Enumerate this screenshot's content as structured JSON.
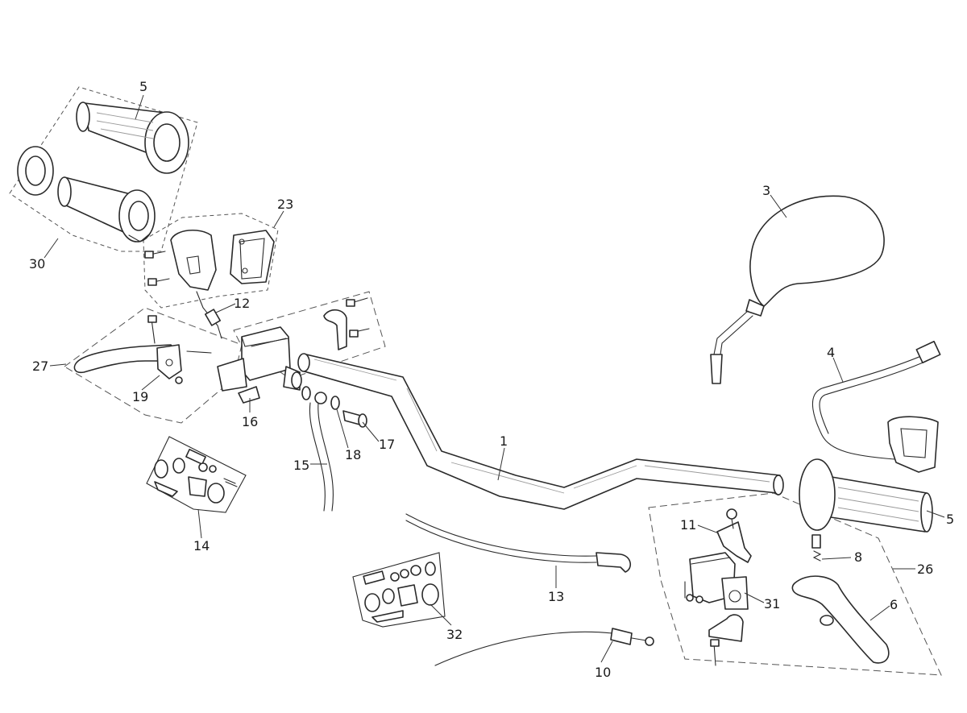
{
  "callouts": [
    {
      "id": "c5a",
      "label": "5"
    },
    {
      "id": "c30",
      "label": "30"
    },
    {
      "id": "c23",
      "label": "23"
    },
    {
      "id": "c12",
      "label": "12"
    },
    {
      "id": "c27",
      "label": "27"
    },
    {
      "id": "c19",
      "label": "19"
    },
    {
      "id": "c16",
      "label": "16"
    },
    {
      "id": "c14",
      "label": "14"
    },
    {
      "id": "c15",
      "label": "15"
    },
    {
      "id": "c18",
      "label": "18"
    },
    {
      "id": "c17",
      "label": "17"
    },
    {
      "id": "c1",
      "label": "1"
    },
    {
      "id": "c3",
      "label": "3"
    },
    {
      "id": "c4",
      "label": "4"
    },
    {
      "id": "c5b",
      "label": "5"
    },
    {
      "id": "c11",
      "label": "11"
    },
    {
      "id": "c8",
      "label": "8"
    },
    {
      "id": "c26",
      "label": "26"
    },
    {
      "id": "c31",
      "label": "31"
    },
    {
      "id": "c6",
      "label": "6"
    },
    {
      "id": "c13",
      "label": "13"
    },
    {
      "id": "c32",
      "label": "32"
    },
    {
      "id": "c10",
      "label": "10"
    }
  ]
}
